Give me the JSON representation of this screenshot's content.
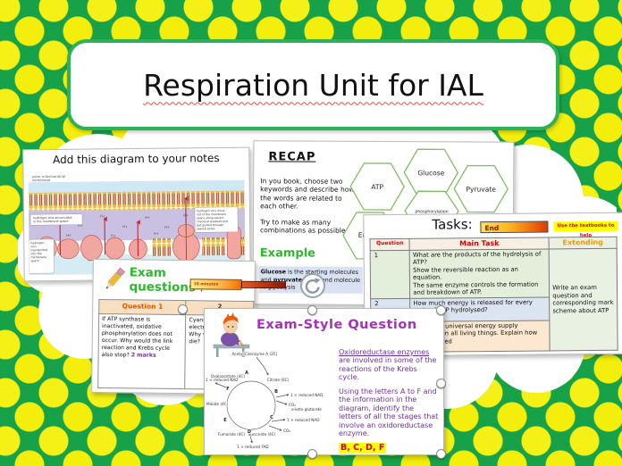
{
  "title": {
    "text": "Respiration Unit for IAL"
  },
  "colors": {
    "background_green": "#17a24a",
    "dot_yellow": "#f3ee0b",
    "title_border_green": "#2fb157",
    "heading_green": "#2db82d",
    "exam_style_purple": "#a233b5",
    "question_purple": "#7030a0",
    "highlight_yellow": "#ffff00",
    "answer_red": "#cc0033",
    "task_row_green": "#e3efdb",
    "task_row_blue": "#dbe5f1",
    "task_row_peach": "#fce8d0"
  },
  "slides": {
    "diagram": {
      "title": "Add this diagram to your notes",
      "labels": {
        "outer_l1": "outer mitochondrial",
        "outer_l2": "membrane",
        "accum_l1": "hydrogen ions accumulate",
        "accum_l2": "in the membrane space",
        "trans": [
          "hydrogen",
          "ions",
          "transported",
          "into the",
          "membrane",
          "space"
        ],
        "moveout": [
          "hydrogen ions move",
          "out of the membrane",
          "space along electro-",
          "chemical gradient and",
          "get guided through",
          "special pores"
        ],
        "inner_l1": "inner mitochondrial",
        "inner_l2": "membrane",
        "atp": "ATP",
        "hplus": "H+"
      }
    },
    "recap": {
      "heading": "RECAP",
      "para1": "In you book, choose two keywords and describe how the words are related to each other.",
      "para2": "Try to make as many combinations as possible",
      "example_label": "Example",
      "example_bold1": "Glucose",
      "example_mid": " is the starting molecules and ",
      "example_bold2": "pyruvate",
      "example_end": " is the end molecule in glycolysis",
      "hexagons": [
        "ATP",
        "Glucose",
        "Pyruvate",
        "phosphorylation",
        "Energy"
      ]
    },
    "tasks": {
      "title": "Tasks:",
      "end_label": "End",
      "help_label": "Use the textbooks to help",
      "col_question": "Question",
      "col_main": "Main Task",
      "col_extending": "Extending",
      "rows": [
        {
          "q": "1",
          "task": "What are the products of the hydrolysis of ATP?\nShow the reversible reaction as an equation.\nThe same enzyme controls the formation and breakdown of ATP."
        },
        {
          "q": "2",
          "task": "How much energy is released for every mole of ATP hydrolysed?"
        },
        {
          "q": "3",
          "task": "ATP is the universal energy supply molecule in all living things. Explain how ATP is suited"
        }
      ],
      "extending": "Write an exam question and corresponding mark scheme about ATP"
    },
    "exam_questions": {
      "heading_l1": "Exam",
      "heading_l2": "questions",
      "heading_colon": " :",
      "timer": "10 minutes",
      "q1_header": "Question 1",
      "q1_text": "If ATP synthase is inactivated, oxidative phosphorylation does not occur. Why would the link reaction and Krebs cycle also stop? ",
      "q1_marks": "2 marks",
      "q2_header": "2",
      "q2_text": "Cyanide inhibits electron transport. Why would organisms die?"
    },
    "exam_style": {
      "title": "Exam-Style Question",
      "para1_underlined": "Oxidoreductase enzymes",
      "para1_rest": " are involved in some of the reactions of the Krebs cycle.",
      "para2": "Using the letters A to F and the information in the diagram, identify the letters of all the stages that involve an oxidoreductase enzyme.",
      "answer": "B, C, D, F",
      "krebs": {
        "acetyl": "Acetyl Coenzyme A (2C)",
        "oxaloacetate": "Oxaloacetate (4C)",
        "citrate": "Citrate (6C)",
        "keto": "α-keto glutarate",
        "succinate": "Succinate (4C)",
        "fumarate": "Fumarate (4C)",
        "malate": "Malate (4C)",
        "nad_b": "1 × reduced NAD",
        "co2_b": "CO₂",
        "nad_c": "1 × reduced NAD",
        "co2_c": "CO₂",
        "fad_d": "1 × reduced FAD",
        "nad_f": "1 × reduced NAD",
        "letters": {
          "a": "A",
          "b": "B",
          "c": "C",
          "d": "D",
          "e": "E",
          "f": "F"
        }
      }
    }
  }
}
